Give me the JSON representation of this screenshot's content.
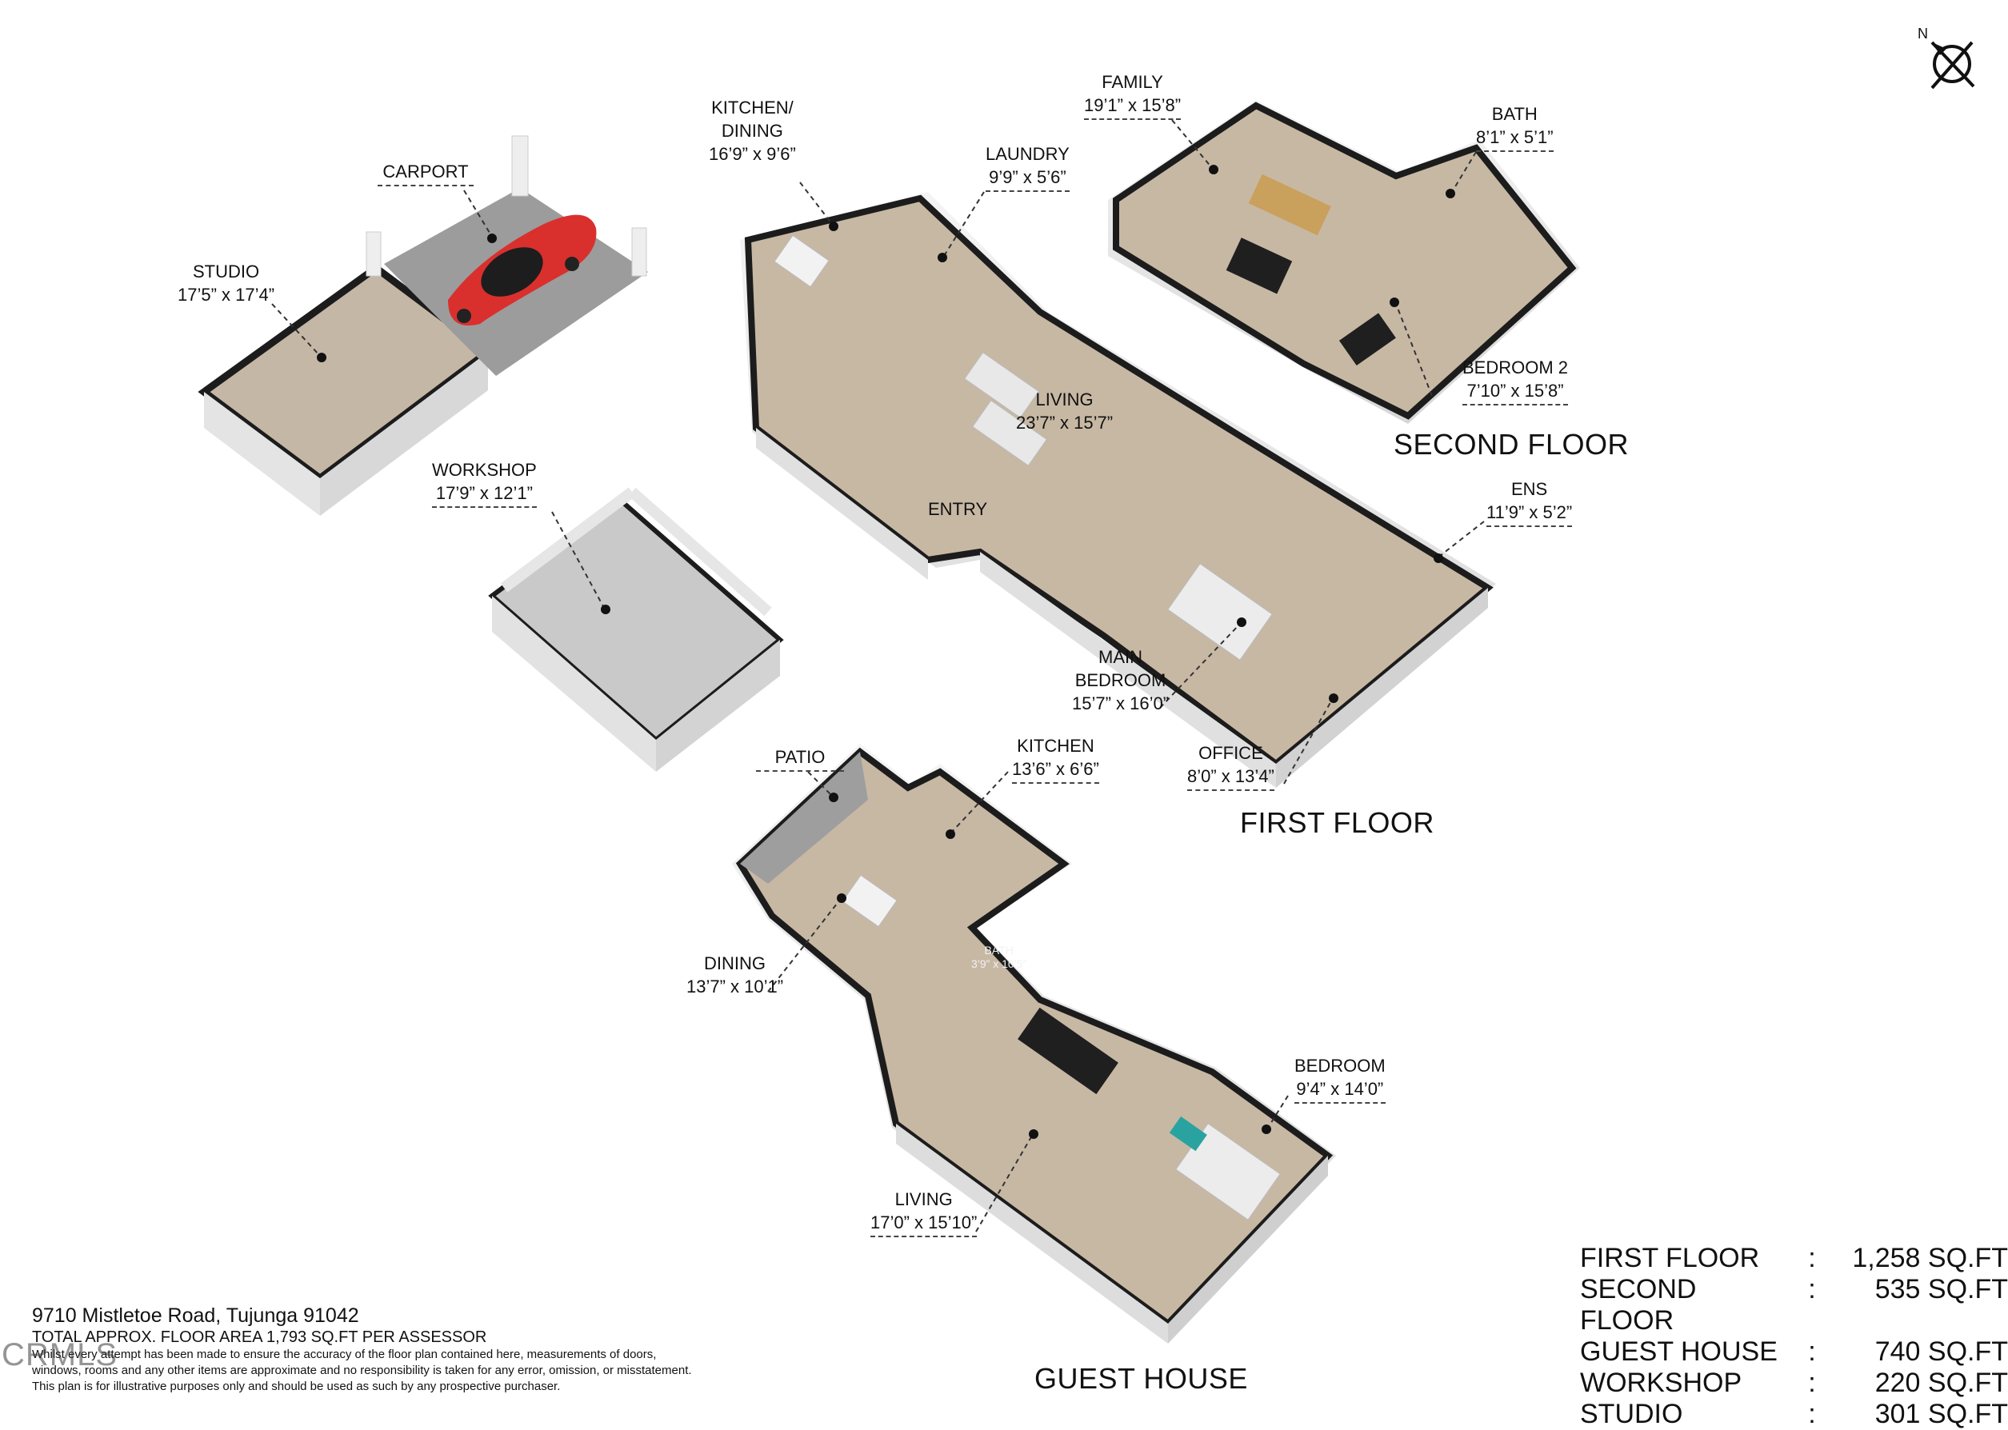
{
  "rooms": {
    "carport": {
      "name": "CARPORT",
      "dim": ""
    },
    "studio": {
      "name": "STUDIO",
      "dim": "17’5” x 17’4”"
    },
    "workshop": {
      "name": "WORKSHOP",
      "dim": "17’9” x 12’1”"
    },
    "kitchen_dining": {
      "name1": "KITCHEN/",
      "name2": "DINING",
      "dim": "16’9” x 9’6”"
    },
    "laundry": {
      "name": "LAUNDRY",
      "dim": "9’9” x 5’6”"
    },
    "living_main": {
      "name": "LIVING",
      "dim": "23’7” x 15’7”"
    },
    "entry": {
      "name": "ENTRY"
    },
    "family": {
      "name": "FAMILY",
      "dim": "19’1” x 15’8”"
    },
    "bath_2f": {
      "name": "BATH",
      "dim": "8’1” x 5’1”"
    },
    "bedroom2": {
      "name": "BEDROOM 2",
      "dim": "7’10” x 15’8”"
    },
    "ens": {
      "name": "ENS",
      "dim": "11’9” x 5’2”"
    },
    "main_bedroom": {
      "name1": "MAIN",
      "name2": "BEDROOM",
      "dim": "15’7” x 16’0”"
    },
    "office": {
      "name": "OFFICE",
      "dim": "8’0” x 13’4”"
    },
    "patio": {
      "name": "PATIO"
    },
    "kitchen_gh": {
      "name": "KITCHEN",
      "dim": "13’6” x 6’6”"
    },
    "dining_gh": {
      "name": "DINING",
      "dim": "13’7” x 10’1”"
    },
    "bath_gh": {
      "name": "BATH",
      "dim": "3’9” x 10’5”"
    },
    "bedroom_gh": {
      "name": "BEDROOM",
      "dim": "9’4” x 14’0”"
    },
    "living_gh": {
      "name": "LIVING",
      "dim": "17’0” x 15’10”"
    }
  },
  "floors": {
    "second": "SECOND FLOOR",
    "first": "FIRST FLOOR",
    "guest": "GUEST HOUSE"
  },
  "compass_label": "N",
  "areas": [
    {
      "name": "FIRST FLOOR",
      "sep": ":",
      "value": "1,258 SQ.FT"
    },
    {
      "name": "SECOND FLOOR",
      "sep": ":",
      "value": "535 SQ.FT"
    },
    {
      "name": "GUEST HOUSE",
      "sep": ":",
      "value": "740 SQ.FT"
    },
    {
      "name": "WORKSHOP",
      "sep": ":",
      "value": "220 SQ.FT"
    },
    {
      "name": "STUDIO",
      "sep": ":",
      "value": "301 SQ.FT"
    }
  ],
  "footer": {
    "address": "9710 Mistletoe Road, Tujunga 91042",
    "total": "TOTAL APPROX. FLOOR AREA 1,793 SQ.FT PER ASSESSOR",
    "disclaimer1": "Whilst every attempt has been made to ensure the accuracy of the floor plan contained here, measurements of doors,",
    "disclaimer2": "windows, rooms and any other items are approximate and no responsibility is taken for any error, omission, or misstatement.",
    "disclaimer3": "This plan is for illustrative purposes only and should be used as such by any prospective purchaser."
  },
  "watermark": "CRMLS",
  "colors": {
    "floor": "#c8b9a6",
    "concrete": "#9e9e9e",
    "wall_top": "#1c1c1c",
    "wall_side": "#e9e9e9",
    "car": "#d9302e"
  }
}
